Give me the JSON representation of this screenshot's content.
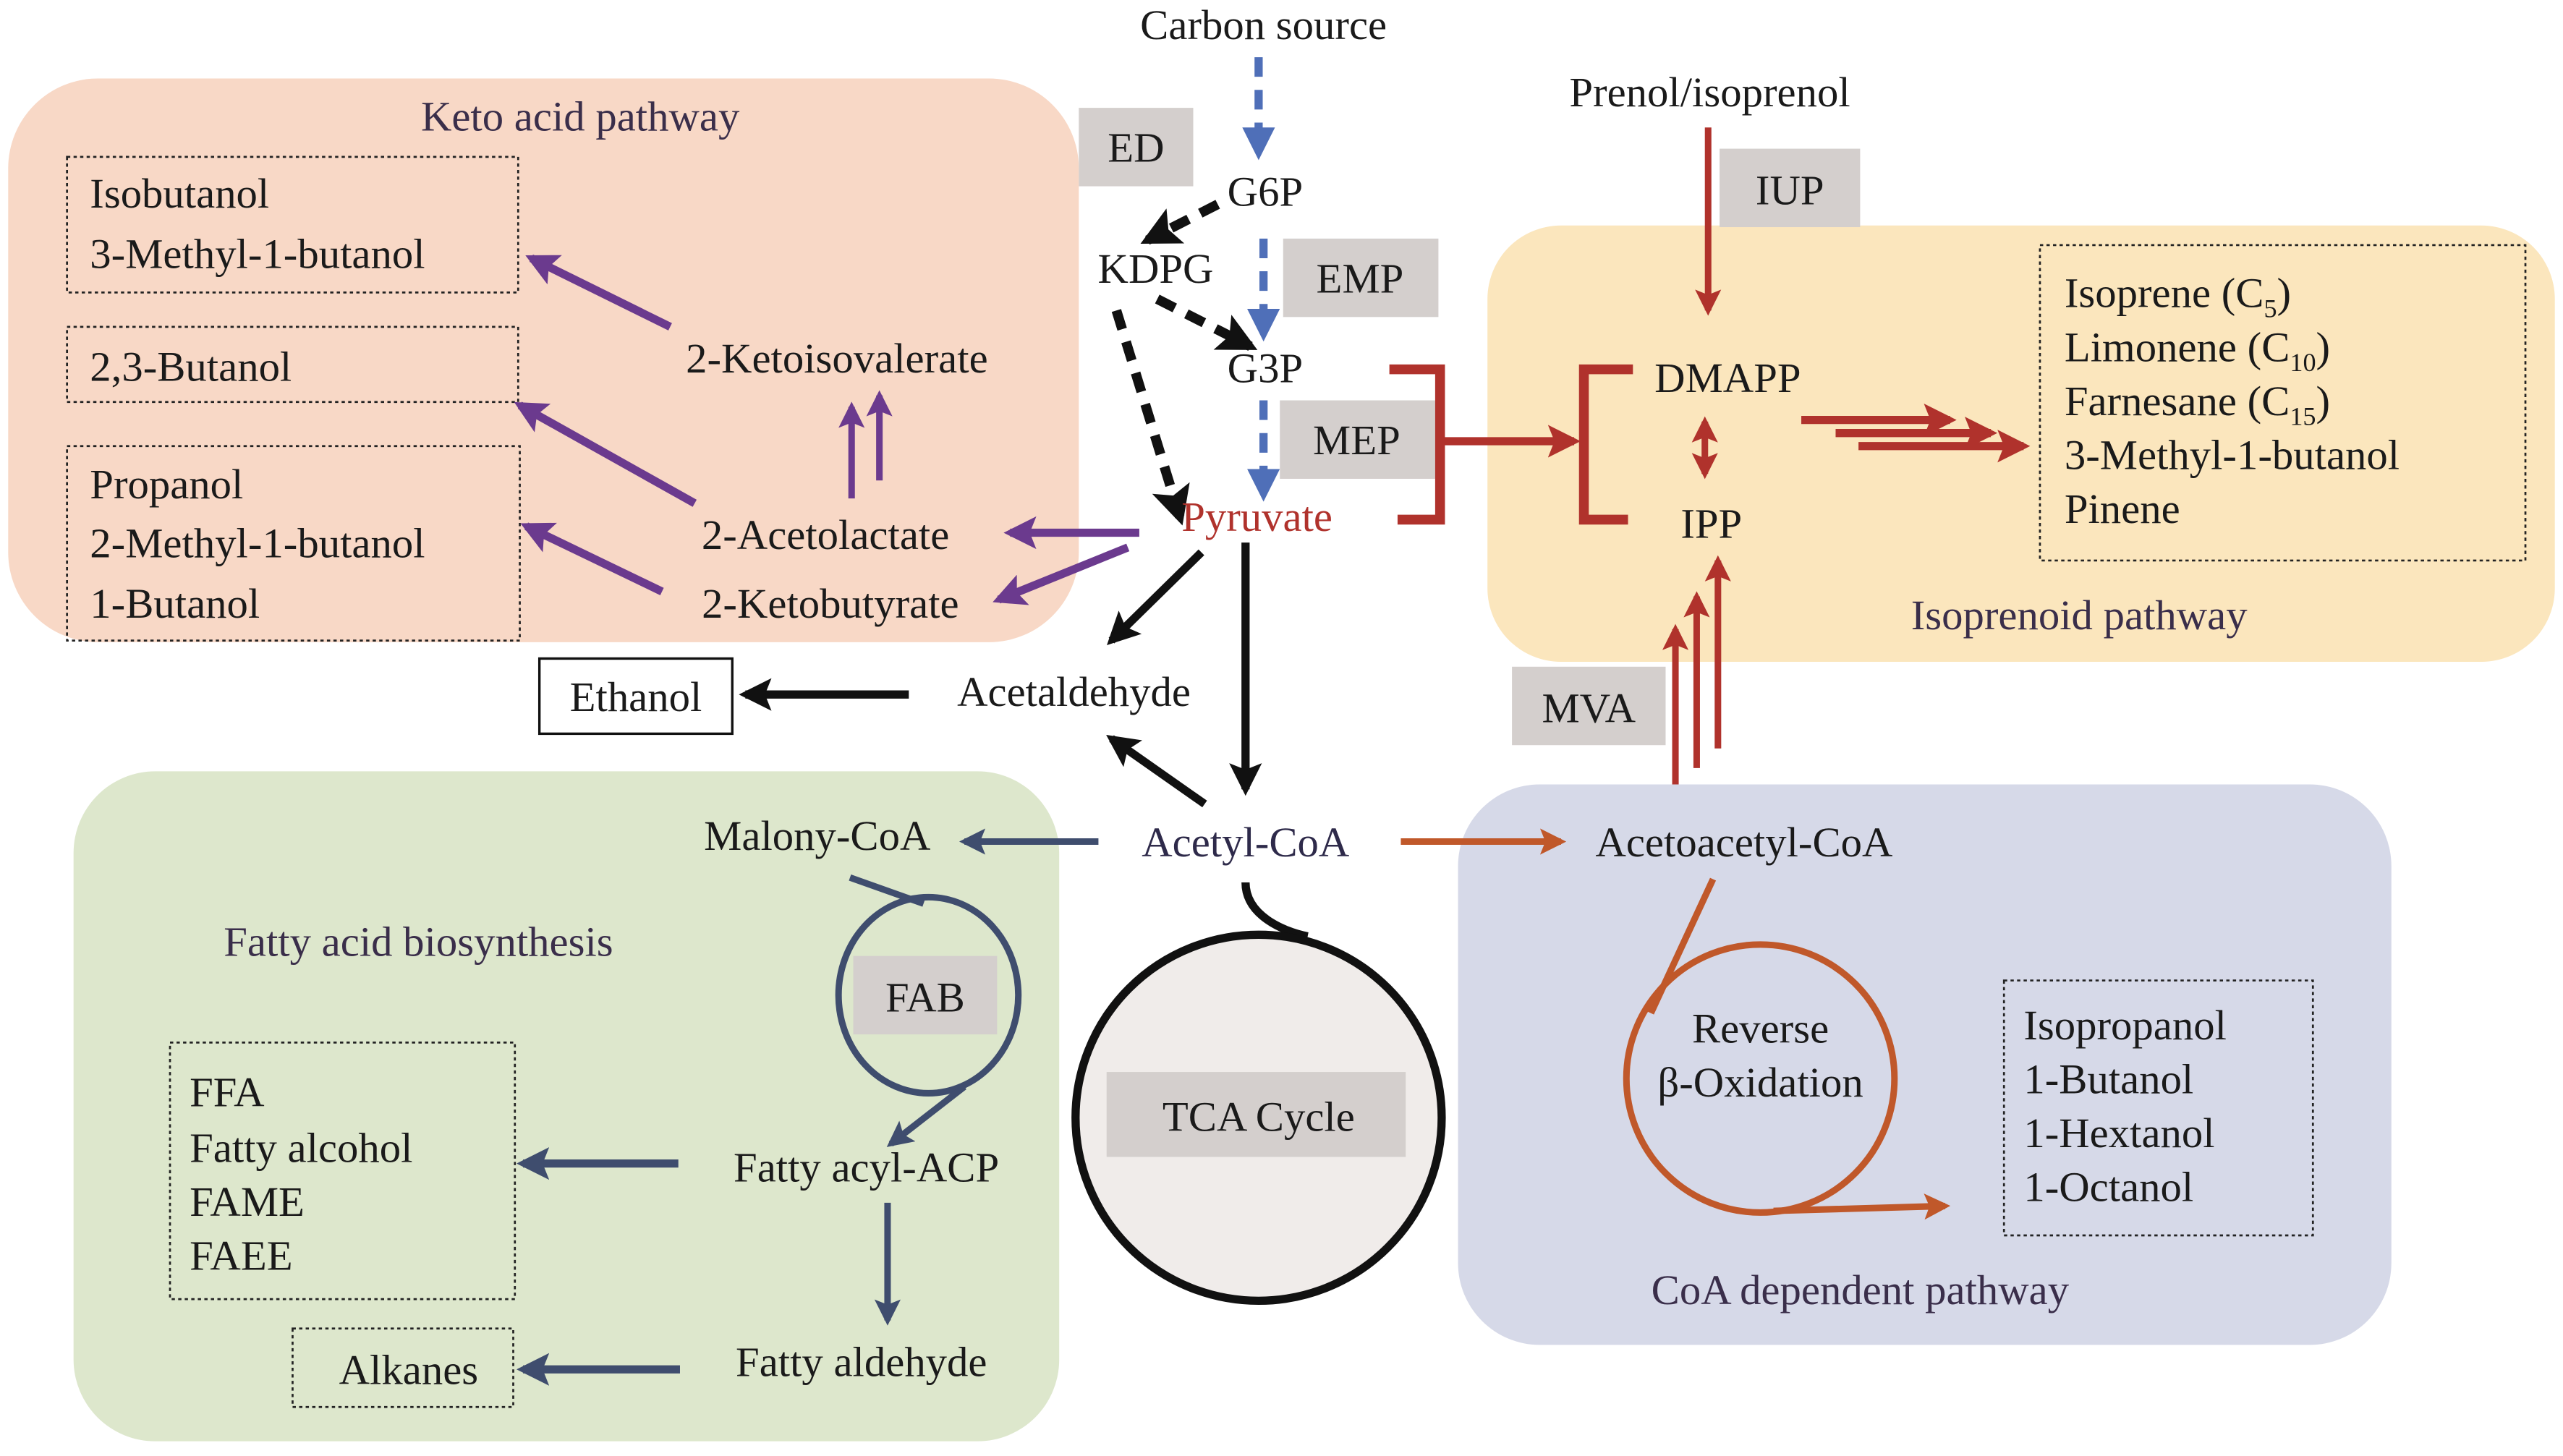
{
  "colors": {
    "keto_bg": "#f8d8c6",
    "isoprenoid_bg": "#fbe6bd",
    "fatty_bg": "#dde7cc",
    "coa_bg": "#d6d9e8",
    "tca_bg": "#f0ecea",
    "enzyme_bg": "#d4cfcd",
    "purple": "#6b3a8e",
    "red": "#b0322c",
    "navy": "#3f4d6e",
    "orange": "#c0582a",
    "blue": "#4f6fb8",
    "black": "#111111",
    "pyruvate_text": "#b0322c"
  },
  "top": {
    "carbon_source": "Carbon source",
    "prenol": "Prenol/isoprenol"
  },
  "central": {
    "g6p": "G6P",
    "kdpg": "KDPG",
    "g3p": "G3P",
    "pyruvate": "Pyruvate",
    "acetaldehyde": "Acetaldehyde",
    "ethanol": "Ethanol",
    "acetyl_coa": "Acetyl-CoA"
  },
  "enzymes": {
    "ed": "ED",
    "emp": "EMP",
    "mep": "MEP",
    "iup": "IUP",
    "mva": "MVA",
    "fab": "FAB",
    "tca": "TCA Cycle"
  },
  "keto": {
    "title": "Keto acid pathway",
    "box1": [
      "Isobutanol",
      "3-Methyl-1-butanol"
    ],
    "box2": [
      "2,3-Butanol"
    ],
    "box3": [
      "Propanol",
      "2-Methyl-1-butanol",
      "1-Butanol"
    ],
    "ketoisovalerate": "2-Ketoisovalerate",
    "acetolactate": "2-Acetolactate",
    "ketobutyrate": "2-Ketobutyrate"
  },
  "isoprenoid": {
    "title": "Isoprenoid pathway",
    "dmapp": "DMAPP",
    "ipp": "IPP",
    "products": [
      {
        "name": "Isoprene (C",
        "sub": "5",
        "tail": ")"
      },
      {
        "name": "Limonene (C",
        "sub": "10",
        "tail": ")"
      },
      {
        "name": "Farnesane (C",
        "sub": "15",
        "tail": ")"
      },
      {
        "name": "3-Methyl-1-butanol",
        "sub": "",
        "tail": ""
      },
      {
        "name": "Pinene",
        "sub": "",
        "tail": ""
      }
    ]
  },
  "fatty": {
    "title": "Fatty acid biosynthesis",
    "malony_coa": "Malony-CoA",
    "fatty_acyl_acp": "Fatty acyl-ACP",
    "fatty_aldehyde": "Fatty aldehyde",
    "products": [
      "FFA",
      "Fatty alcohol",
      "FAME",
      "FAEE"
    ],
    "alkanes": "Alkanes"
  },
  "coa": {
    "title": "CoA dependent pathway",
    "acetoacetyl_coa": "Acetoacetyl-CoA",
    "cycle_line1": "Reverse",
    "cycle_line2": "β-Oxidation",
    "products": [
      "Isopropanol",
      "1-Butanol",
      "1-Hextanol",
      "1-Octanol"
    ]
  }
}
